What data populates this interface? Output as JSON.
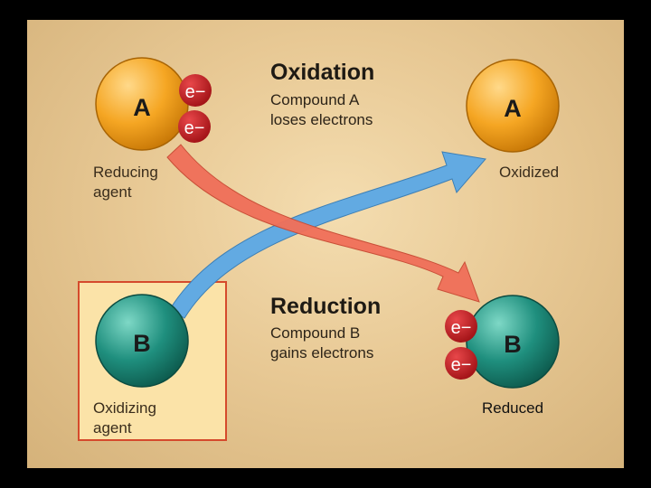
{
  "oxidation": {
    "title": "Oxidation",
    "line1": "Compound A",
    "line2": "loses electrons"
  },
  "reduction": {
    "title": "Reduction",
    "line1": "Compound B",
    "line2": "gains electrons"
  },
  "left": {
    "compound_a": "A",
    "compound_b": "B",
    "reducing_line1": "Reducing",
    "reducing_line2": "agent",
    "oxidizing_line1": "Oxidizing",
    "oxidizing_line2": "agent"
  },
  "right": {
    "compound_a": "A",
    "compound_b": "B",
    "oxidized": "Oxidized",
    "reduced": "Reduced"
  },
  "electron": "e−",
  "colors": {
    "compound_a": "#f5a623",
    "compound_b": "#1e8a7a",
    "electron": "#c0161b",
    "oxidation_arrow": "#f0705a",
    "reduction_arrow": "#5fa8e0",
    "highlight_box": "#fbe3a8"
  }
}
